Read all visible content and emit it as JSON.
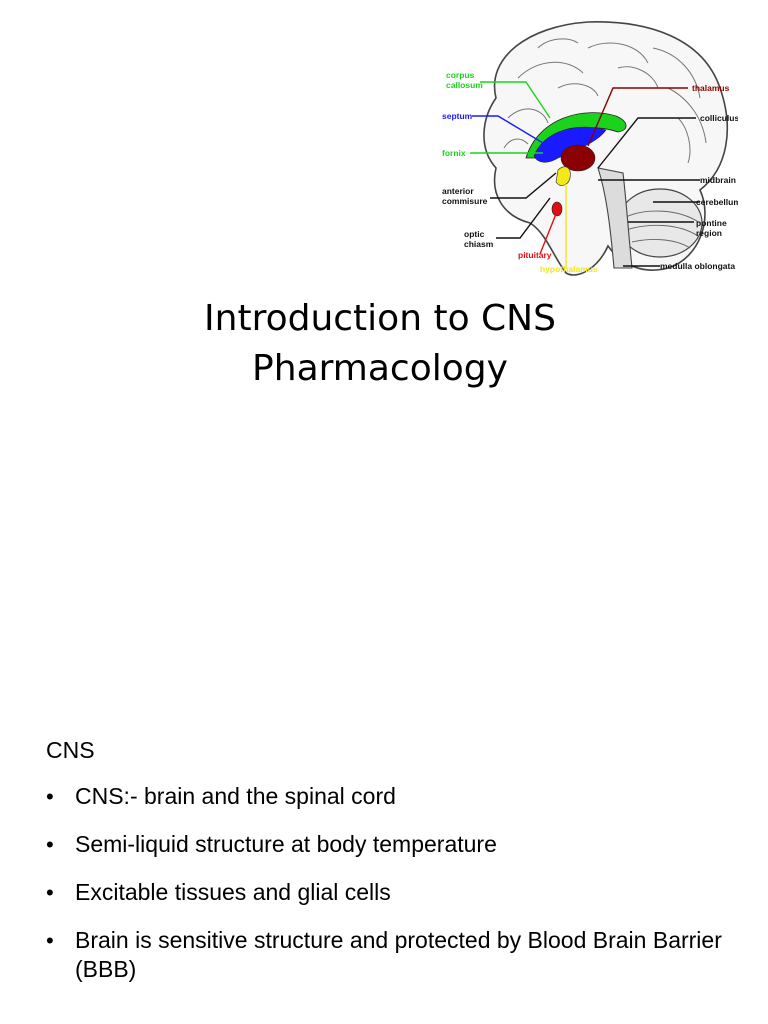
{
  "slide1": {
    "title_line1": "Introduction to CNS",
    "title_line2": "Pharmacology",
    "figure_labels": {
      "corpus_callosum_1": "corpus",
      "corpus_callosum_2": "callosum",
      "septum": "septum",
      "fornix": "fornix",
      "anterior_commisure_1": "anterior",
      "anterior_commisure_2": "commisure",
      "optic_chiasm_1": "optic",
      "optic_chiasm_2": "chiasm",
      "pituitary": "pituitary",
      "hypothalamus": "hypothalamus",
      "thalamus": "thalamus",
      "colliculus": "colliculus",
      "midbrain": "midbrain",
      "cerebellum": "cerebellum",
      "pontine_region_1": "pontine",
      "pontine_region_2": "region",
      "medulla_oblongata": "medulla oblongata"
    },
    "colors": {
      "corpus_callosum": "#1cd31c",
      "septum": "#1a1aff",
      "thalamus": "#8b0000",
      "pituitary": "#e01010",
      "hypothalamus": "#f2e81a"
    }
  },
  "slide2": {
    "heading": "CNS",
    "bullets": [
      "CNS:- brain and the spinal cord",
      "Semi-liquid structure at body temperature",
      "Excitable tissues and glial cells",
      "Brain is sensitive structure and protected  by Blood Brain Barrier (BBB)"
    ]
  }
}
